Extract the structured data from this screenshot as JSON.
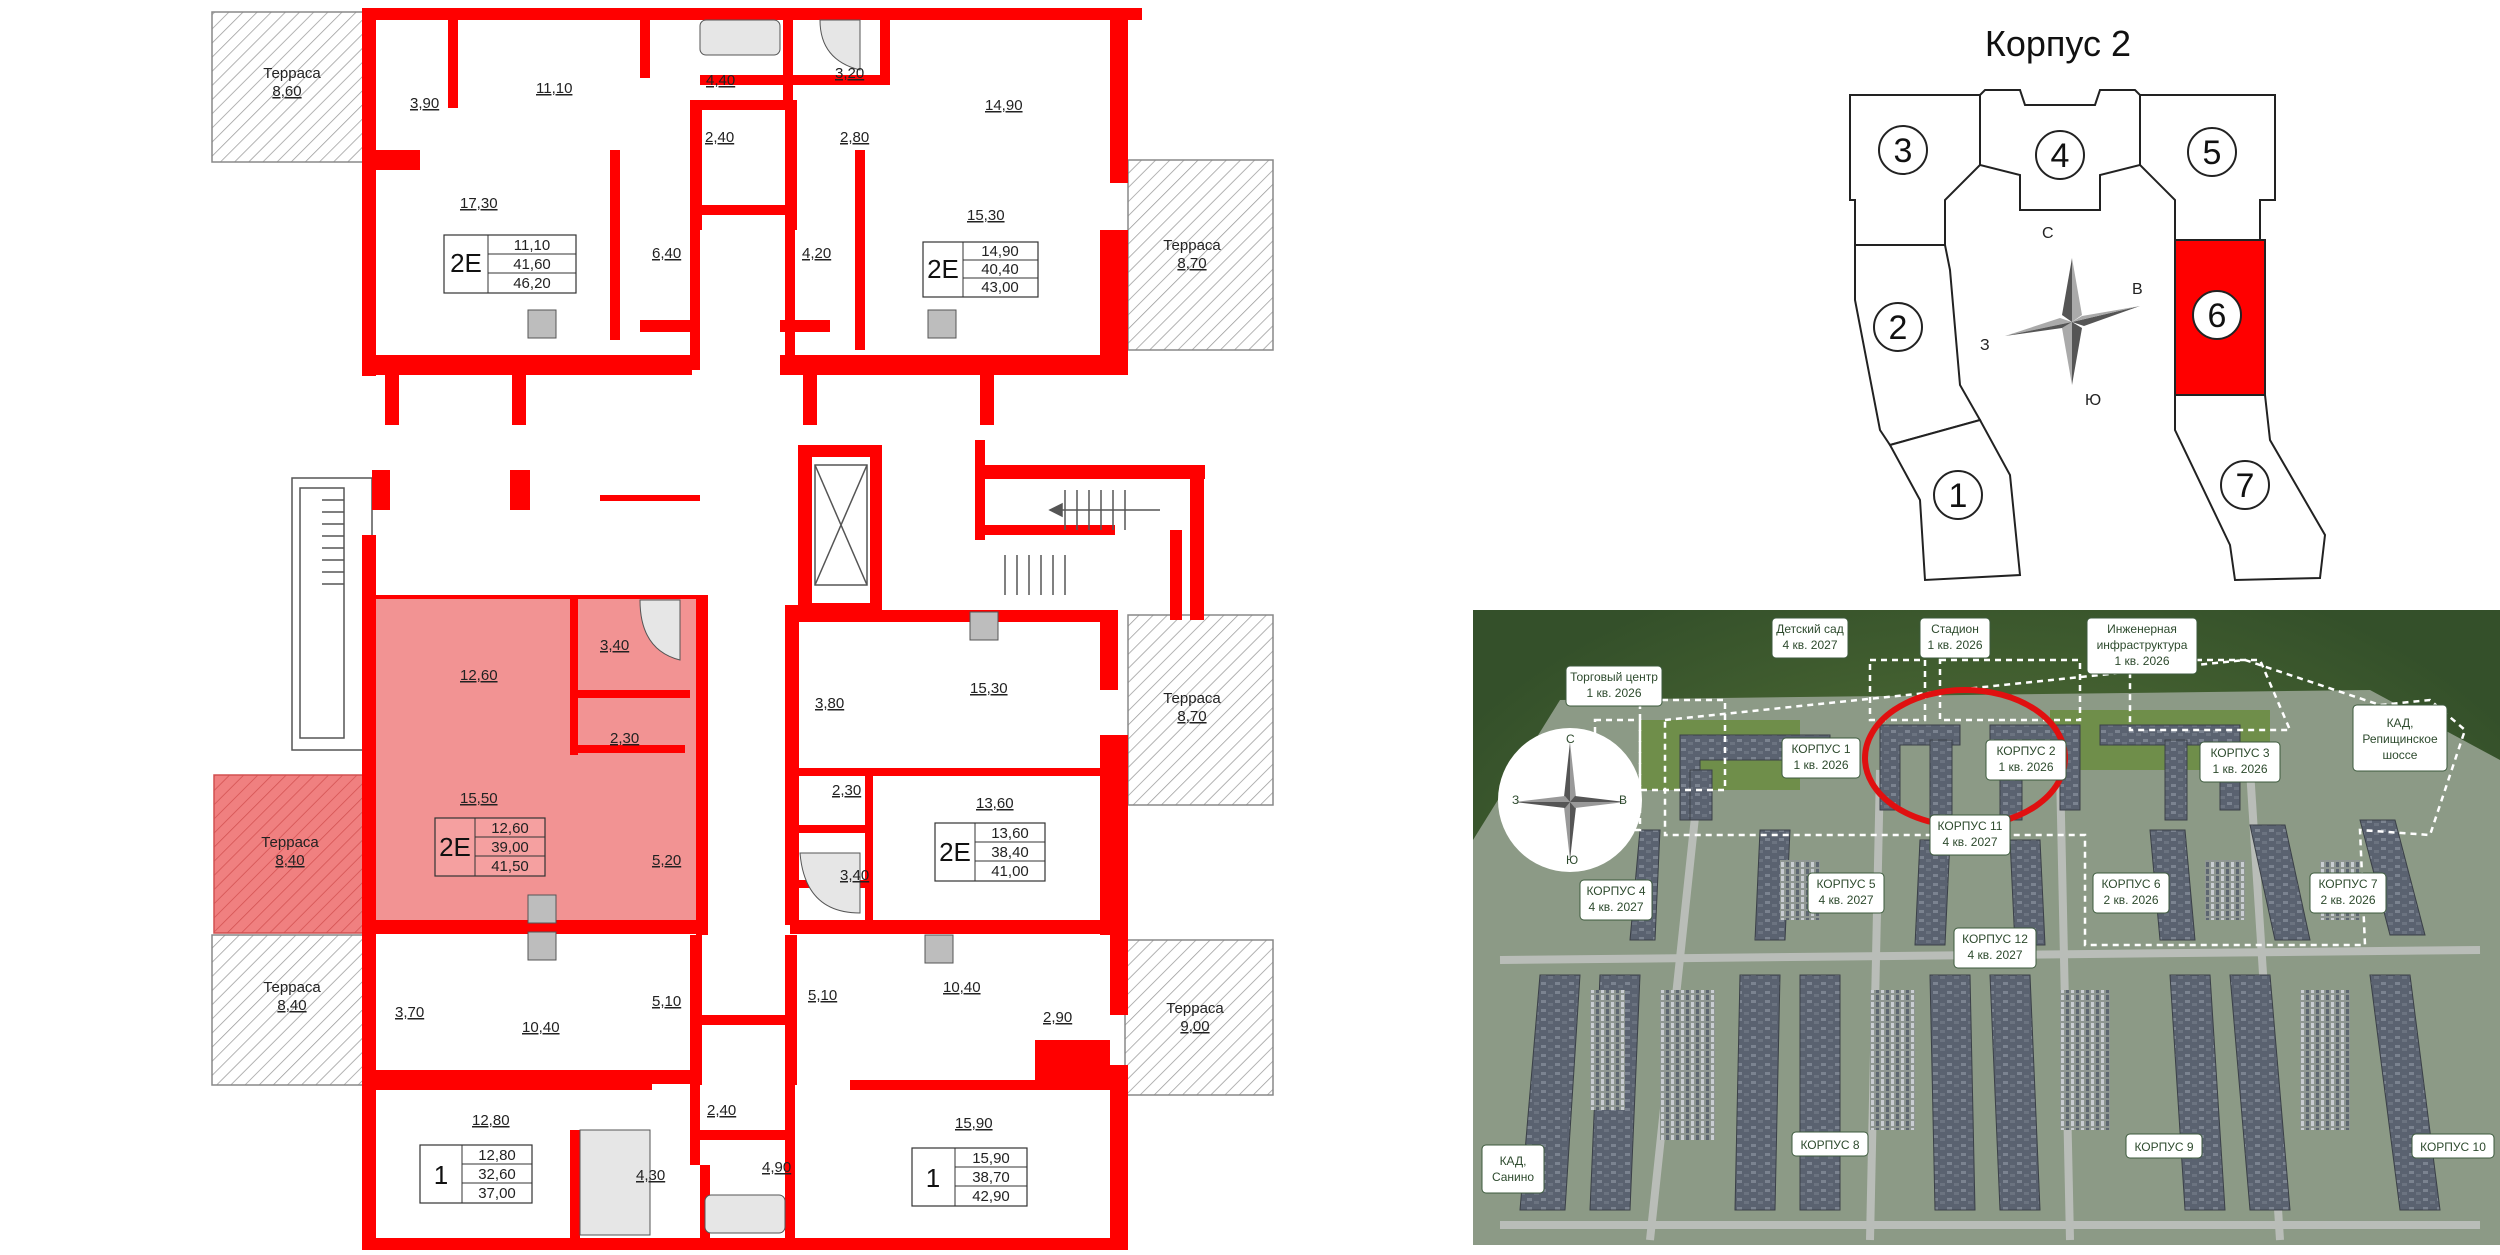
{
  "colors": {
    "wall": "#ff0000",
    "selected_fill": "#f08080",
    "selected_section": "#ff0000",
    "terrace_hatch": "#9a9a9a",
    "label_bg": "#ffffff",
    "label_border": "#3c5a3c"
  },
  "floorplan": {
    "terraces": [
      {
        "label": "Терраса",
        "area": "8,60"
      },
      {
        "label": "Терраса",
        "area": "8,70"
      },
      {
        "label": "Терраса",
        "area": "8,70"
      },
      {
        "label": "Терраса",
        "area": "8,40"
      },
      {
        "label": "Терраса",
        "area": "8,40"
      },
      {
        "label": "Терраса",
        "area": "9,00"
      }
    ],
    "rooms": {
      "r_3_90": "3,90",
      "r_11_10": "11,10",
      "r_4_40": "4,40",
      "r_3_20": "3,20",
      "r_14_90": "14,90",
      "r_2_40a": "2,40",
      "r_2_80": "2,80",
      "r_17_30": "17,30",
      "r_6_40": "6,40",
      "r_4_20": "4,20",
      "r_15_30a": "15,30",
      "r_3_40a": "3,40",
      "r_12_60": "12,60",
      "r_2_30a": "2,30",
      "r_15_50": "15,50",
      "r_5_20": "5,20",
      "r_3_80": "3,80",
      "r_15_30b": "15,30",
      "r_2_30b": "2,30",
      "r_13_60": "13,60",
      "r_3_40b": "3,40",
      "r_3_70": "3,70",
      "r_10_40a": "10,40",
      "r_5_10a": "5,10",
      "r_5_10b": "5,10",
      "r_10_40b": "10,40",
      "r_2_90": "2,90",
      "r_12_80": "12,80",
      "r_2_40b": "2,40",
      "r_4_30": "4,30",
      "r_4_90": "4,90",
      "r_15_90": "15,90"
    },
    "apartments": [
      {
        "type": "2Е",
        "values": [
          "11,10",
          "41,60",
          "46,20"
        ]
      },
      {
        "type": "2Е",
        "values": [
          "14,90",
          "40,40",
          "43,00"
        ]
      },
      {
        "type": "2Е",
        "values": [
          "12,60",
          "39,00",
          "41,50"
        ]
      },
      {
        "type": "2Е",
        "values": [
          "13,60",
          "38,40",
          "41,00"
        ]
      },
      {
        "type": "1",
        "values": [
          "12,80",
          "32,60",
          "37,00"
        ]
      },
      {
        "type": "1",
        "values": [
          "15,90",
          "38,70",
          "42,90"
        ]
      }
    ]
  },
  "building_map": {
    "title": "Корпус 2",
    "sections": [
      "3",
      "4",
      "5",
      "2",
      "6",
      "1",
      "7"
    ],
    "selected_section": "6",
    "compass": {
      "n": "С",
      "e": "В",
      "s": "Ю",
      "w": "З"
    }
  },
  "site_photo": {
    "compass": {
      "n": "С",
      "e": "В",
      "s": "Ю",
      "w": "З"
    },
    "labels": [
      {
        "line1": "Детский сад",
        "line2": "4 кв. 2027"
      },
      {
        "line1": "Стадион",
        "line2": "1 кв. 2026"
      },
      {
        "line1": "Инженерная",
        "line2": "инфраструктура",
        "line3": "1 кв. 2026"
      },
      {
        "line1": "Торговый центр",
        "line2": "1 кв. 2026"
      },
      {
        "line1": "КАД,",
        "line2": "Репищинское",
        "line3": "шоссе"
      },
      {
        "line1": "КОРПУС 1",
        "line2": "1 кв. 2026"
      },
      {
        "line1": "КОРПУС 2",
        "line2": "1 кв. 2026"
      },
      {
        "line1": "КОРПУС 3",
        "line2": "1 кв. 2026"
      },
      {
        "line1": "КОРПУС 11",
        "line2": "4 кв. 2027"
      },
      {
        "line1": "КОРПУС 4",
        "line2": "4 кв. 2027"
      },
      {
        "line1": "КОРПУС 5",
        "line2": "4 кв. 2027"
      },
      {
        "line1": "КОРПУС 6",
        "line2": "2 кв. 2026"
      },
      {
        "line1": "КОРПУС 7",
        "line2": "2 кв. 2026"
      },
      {
        "line1": "КОРПУС 12",
        "line2": "4 кв. 2027"
      },
      {
        "line1": "КАД,",
        "line2": "Санино"
      },
      {
        "line1": "КОРПУС 8"
      },
      {
        "line1": "КОРПУС 9"
      },
      {
        "line1": "КОРПУС 10"
      }
    ]
  }
}
